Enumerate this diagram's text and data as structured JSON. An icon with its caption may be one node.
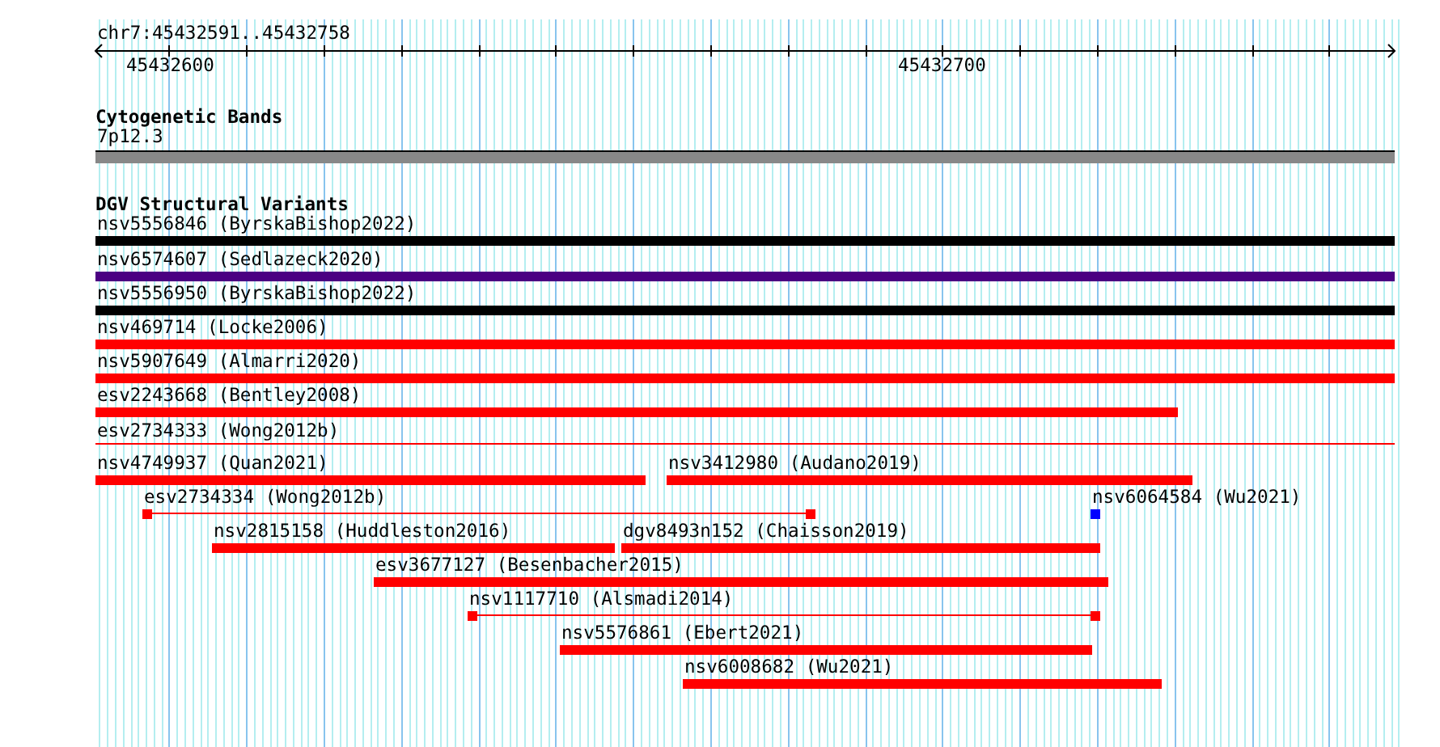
{
  "diagram": {
    "nodes": [
      {
        "text": [],
        "shape": "bar",
        "beside": [
          "7p12.3"
        ]
      },
      {
        "text": [],
        "shape": "bar",
        "beside": [
          "nsv5556846 (ByrskaBishop2022)"
        ]
      },
      {
        "text": [],
        "shape": "bar",
        "beside": [
          "nsv6574607 (Sedlazeck2020)"
        ]
      },
      {
        "text": [],
        "shape": "bar",
        "beside": [
          "nsv5556950 (ByrskaBishop2022)"
        ]
      },
      {
        "text": [],
        "shape": "bar",
        "beside": [
          "nsv469714 (Locke2006)"
        ]
      },
      {
        "text": [],
        "shape": "bar",
        "beside": [
          "nsv5907649 (Almarri2020)"
        ]
      },
      {
        "text": [],
        "shape": "bar",
        "beside": [
          "esv2243668 (Bentley2008)"
        ]
      },
      {
        "text": [],
        "shape": "bar",
        "beside": [
          "esv2734333 (Wong2012b)"
        ]
      },
      {
        "text": [],
        "shape": "bar",
        "beside": [
          "nsv4749937 (Quan2021)"
        ]
      },
      {
        "text": [],
        "shape": "bar",
        "beside": [
          "nsv3412980 (Audano2019)"
        ]
      },
      {
        "text": [],
        "shape": "bar",
        "beside": [
          "esv2734334 (Wong2012b)"
        ]
      },
      {
        "text": [],
        "shape": "bar",
        "beside": [
          "nsv6064584 (Wu2021)"
        ]
      },
      {
        "text": [],
        "shape": "bar",
        "beside": [
          "nsv2815158 (Huddleston2016)"
        ]
      },
      {
        "text": [],
        "shape": "bar",
        "beside": [
          "dgv8493n152 (Chaisson2019)"
        ]
      },
      {
        "text": [],
        "shape": "bar",
        "beside": [
          "esv3677127 (Besenbacher2015)"
        ]
      },
      {
        "text": [],
        "shape": "bar",
        "beside": [
          "nsv1117710 (Alsmadi2014)"
        ]
      },
      {
        "text": [],
        "shape": "bar",
        "beside": [
          "nsv5576861 (Ebert2021)"
        ]
      },
      {
        "text": [],
        "shape": "bar",
        "beside": [
          "nsv6008682 (Wu2021)"
        ]
      }
    ],
    "labels": [
      "chr7:45432591..45432758",
      "45432600",
      "45432700",
      "Cytogenetic Bands",
      "DGV Structural Variants"
    ]
  }
}
